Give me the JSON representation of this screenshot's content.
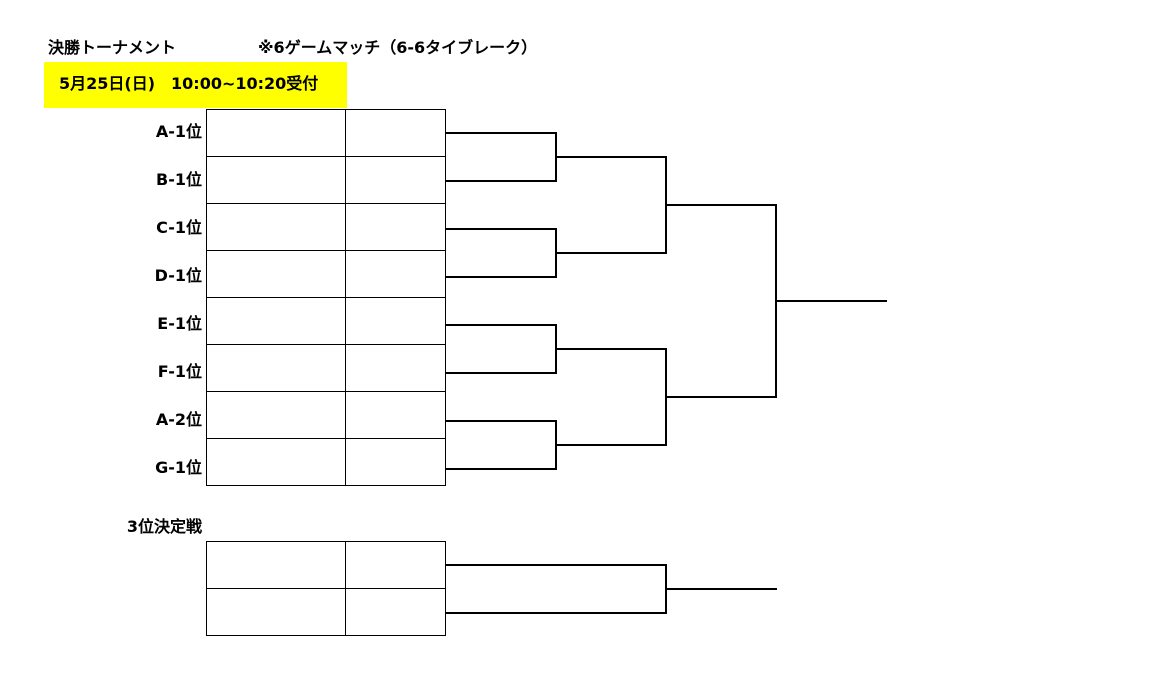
{
  "header": {
    "title": "決勝トーナメント",
    "note": "※6ゲームマッチ（6-6タイブレーク）",
    "schedule": "5月25日(日)　10:00~10:20受付",
    "schedule_bg": "#ffff00"
  },
  "bracket": {
    "seeds": [
      {
        "label": "A-1位"
      },
      {
        "label": "B-1位"
      },
      {
        "label": "C-1位"
      },
      {
        "label": "D-1位"
      },
      {
        "label": "E-1位"
      },
      {
        "label": "F-1位"
      },
      {
        "label": "A-2位"
      },
      {
        "label": "G-1位"
      }
    ]
  },
  "third_place": {
    "label": "3位決定戦"
  }
}
